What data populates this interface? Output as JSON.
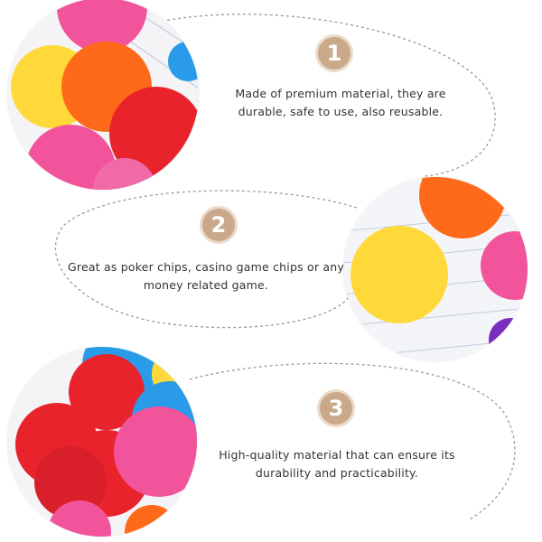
{
  "features": [
    {
      "number": "1",
      "text": "Made of premium material, they are durable, safe to use, also reusable."
    },
    {
      "number": "2",
      "text": "Great as poker chips, casino game chips or any money related game."
    },
    {
      "number": "3",
      "text": "High-quality material that can ensure its durability and practicability."
    }
  ],
  "colors": {
    "badge": "#c9a98a",
    "badge_ring": "#eadbcc",
    "dashed_line": "#9a9a9a",
    "chip_pink": "#f2549b",
    "chip_orange": "#ff6a1a",
    "chip_yellow": "#ffd93a",
    "chip_red": "#e8232c",
    "chip_blue": "#2a9be8",
    "chip_purple": "#7a2fbf"
  }
}
